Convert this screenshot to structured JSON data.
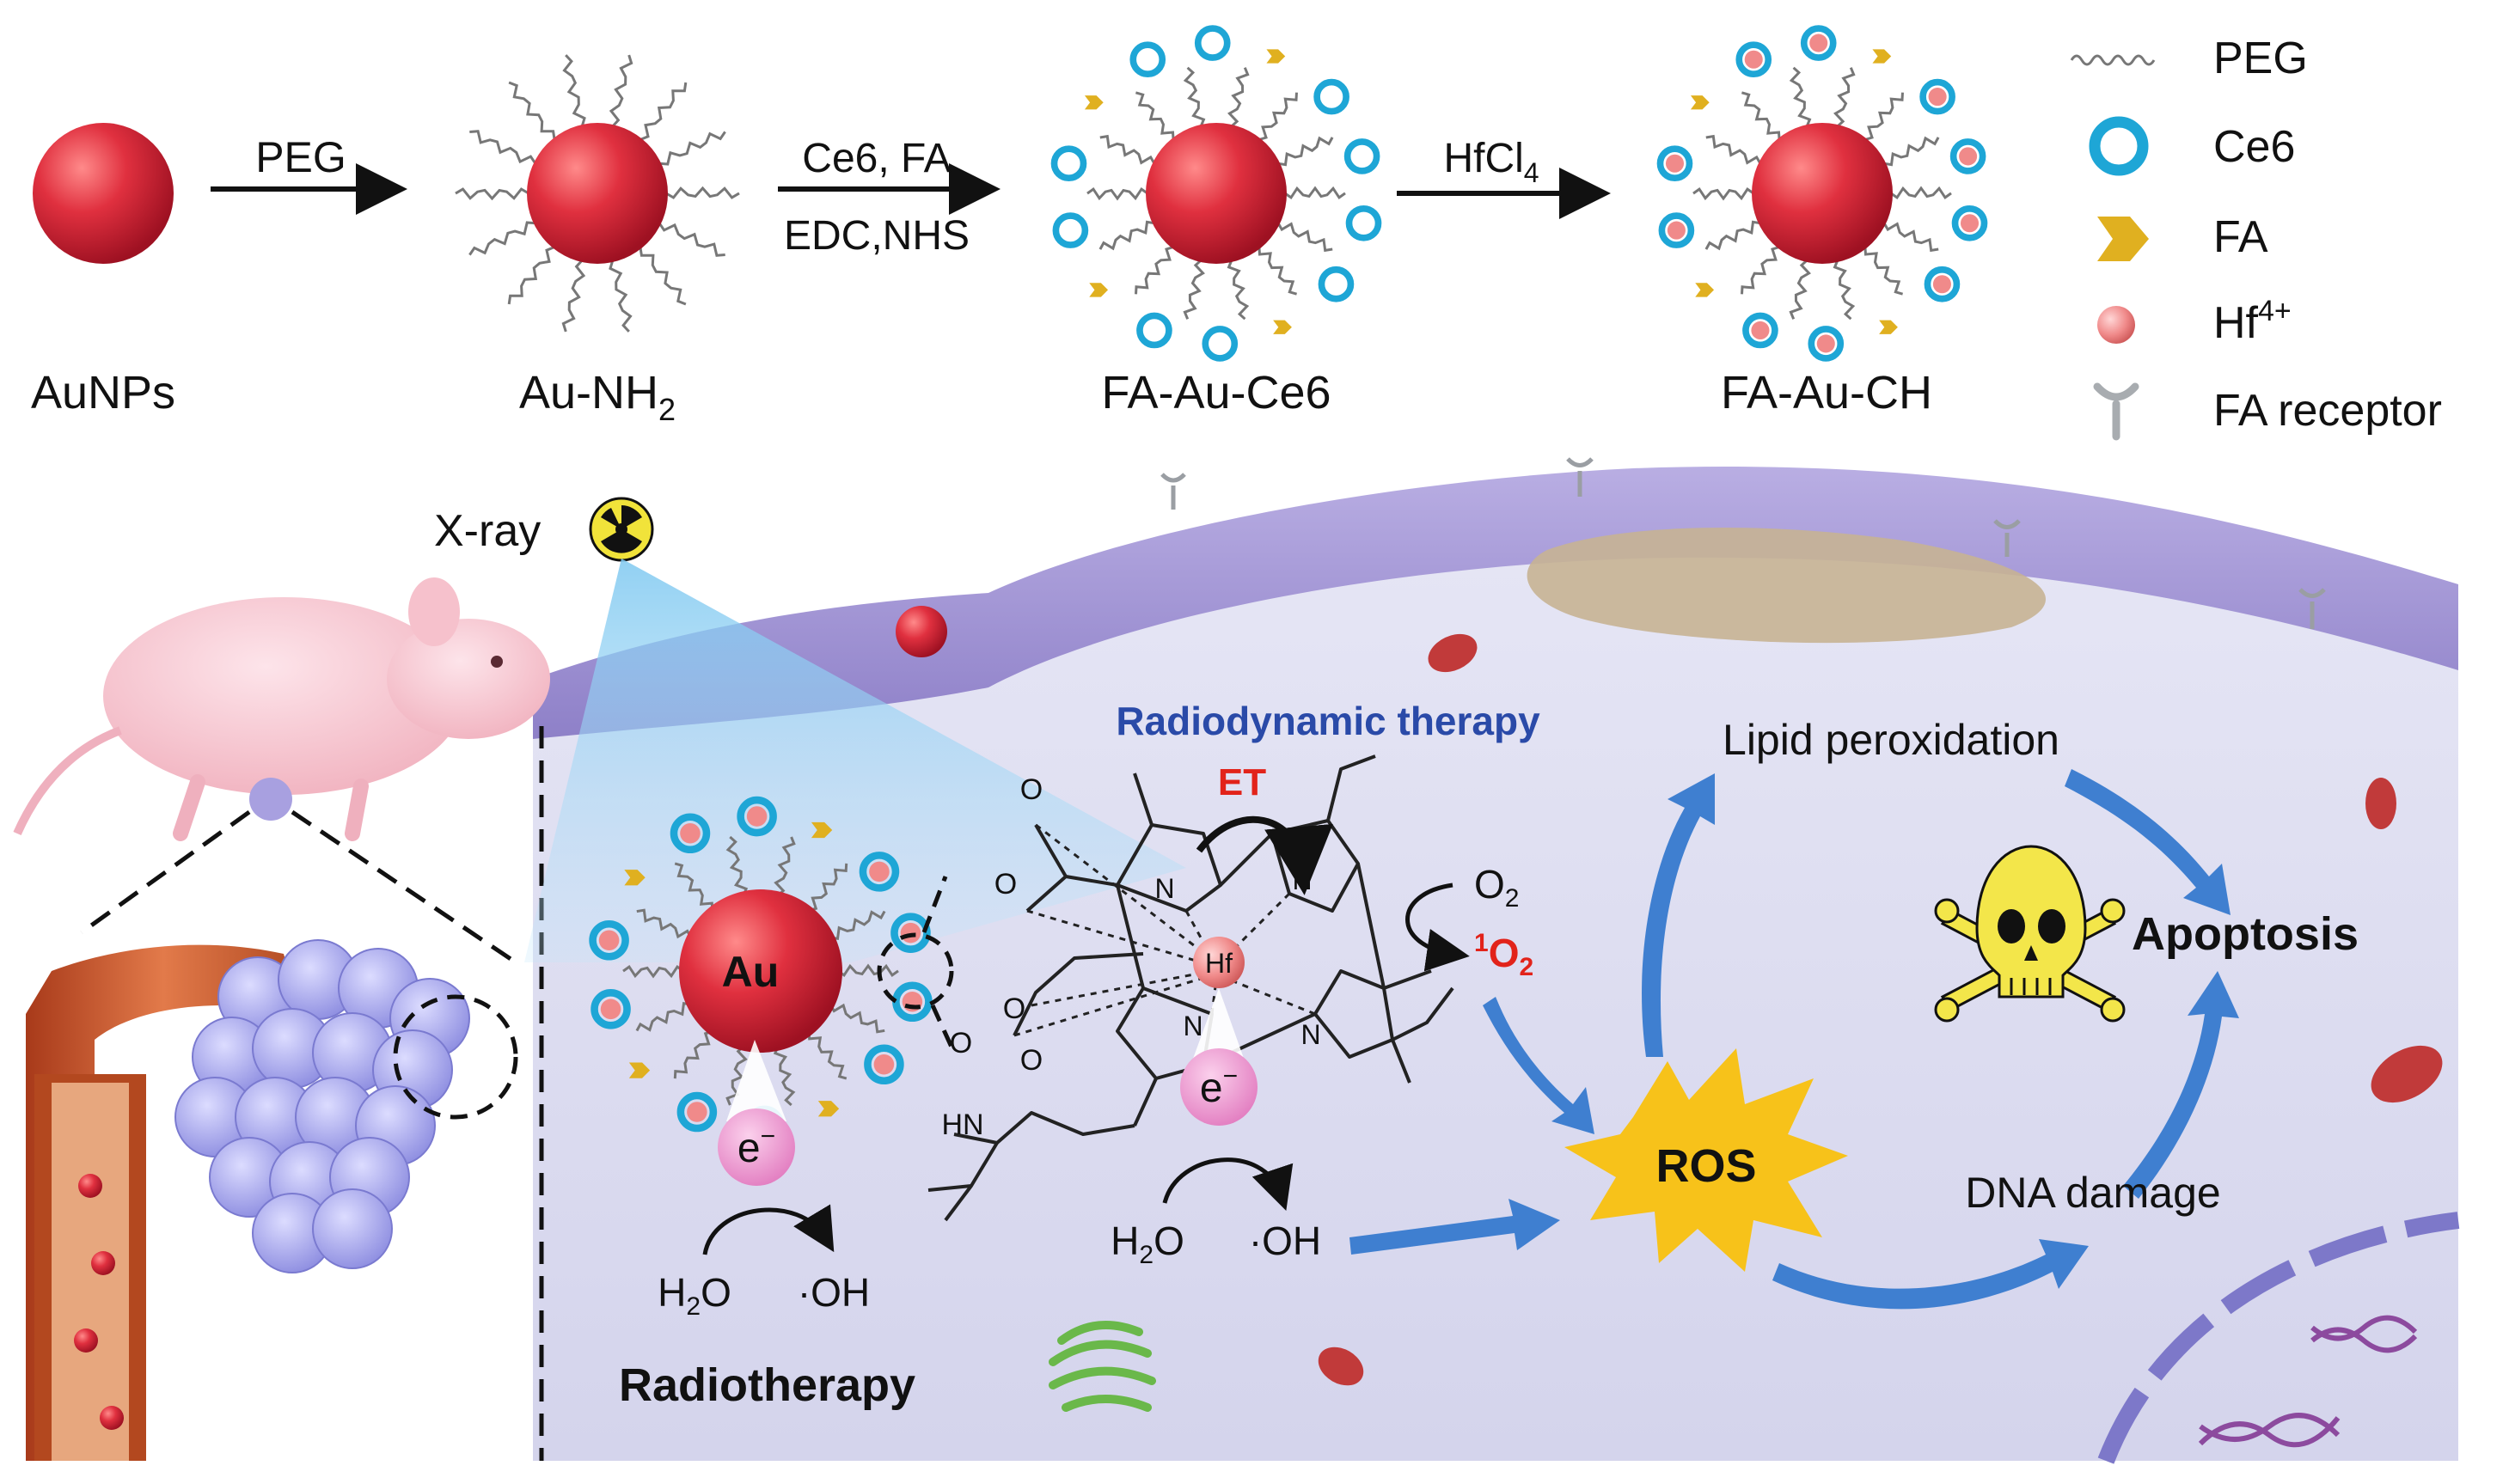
{
  "synthesis": {
    "stage1_label": "AuNPs",
    "stage2_label_base": "Au-NH",
    "stage2_label_sub": "2",
    "stage3_label": "FA-Au-Ce6",
    "stage4_label": "FA-Au-CH",
    "arrow1_label": "PEG",
    "arrow2_label_top": "Ce6, FA",
    "arrow2_label_bottom": "EDC,NHS",
    "arrow3_label_base": "HfCl",
    "arrow3_label_sub": "4"
  },
  "legend": {
    "peg": "PEG",
    "ce6": "Ce6",
    "fa": "FA",
    "hf_base": "Hf",
    "hf_sup": "4+",
    "receptor": "FA receptor"
  },
  "mechanism": {
    "xray_label": "X-ray",
    "au_label": "Au",
    "electron_base": "e",
    "electron_sup": "−",
    "rt_h2o_base": "H",
    "rt_h2o_sub": "2",
    "rt_h2o_tail": "O",
    "rt_oh": "·OH",
    "radiotherapy_label": "Radiotherapy",
    "rdt_label": "Radiodynamic therapy",
    "et_label": "ET",
    "hf_atom": "Hf",
    "n_atom": "N",
    "o_atom": "O",
    "hn_label": "HN",
    "o2_base": "O",
    "o2_sub": "2",
    "singlet_sup": "1",
    "singlet_base": "O",
    "singlet_sub": "2",
    "rdt_h2o_base": "H",
    "rdt_h2o_sub": "2",
    "rdt_h2o_tail": "O",
    "rdt_oh": "·OH",
    "ros_label": "ROS",
    "lipid_label": "Lipid peroxidation",
    "dna_label": "DNA damage",
    "apoptosis_label": "Apoptosis"
  },
  "colors": {
    "gold_np": "#d8283a",
    "ce6_ring": "#1ea6d6",
    "fa_arrow": "#e0b020",
    "hf_ion": "#f08a8a",
    "electron": "#e98cc6",
    "cell_bg": "#dcdcf0",
    "membrane": "#a79bd6",
    "arrow_blue": "#3f7fd0",
    "ros_star": "#f7c21a",
    "rdt_title": "#2a4aa8",
    "highlight_red": "#e2231a",
    "skull": "#f3e64a"
  }
}
